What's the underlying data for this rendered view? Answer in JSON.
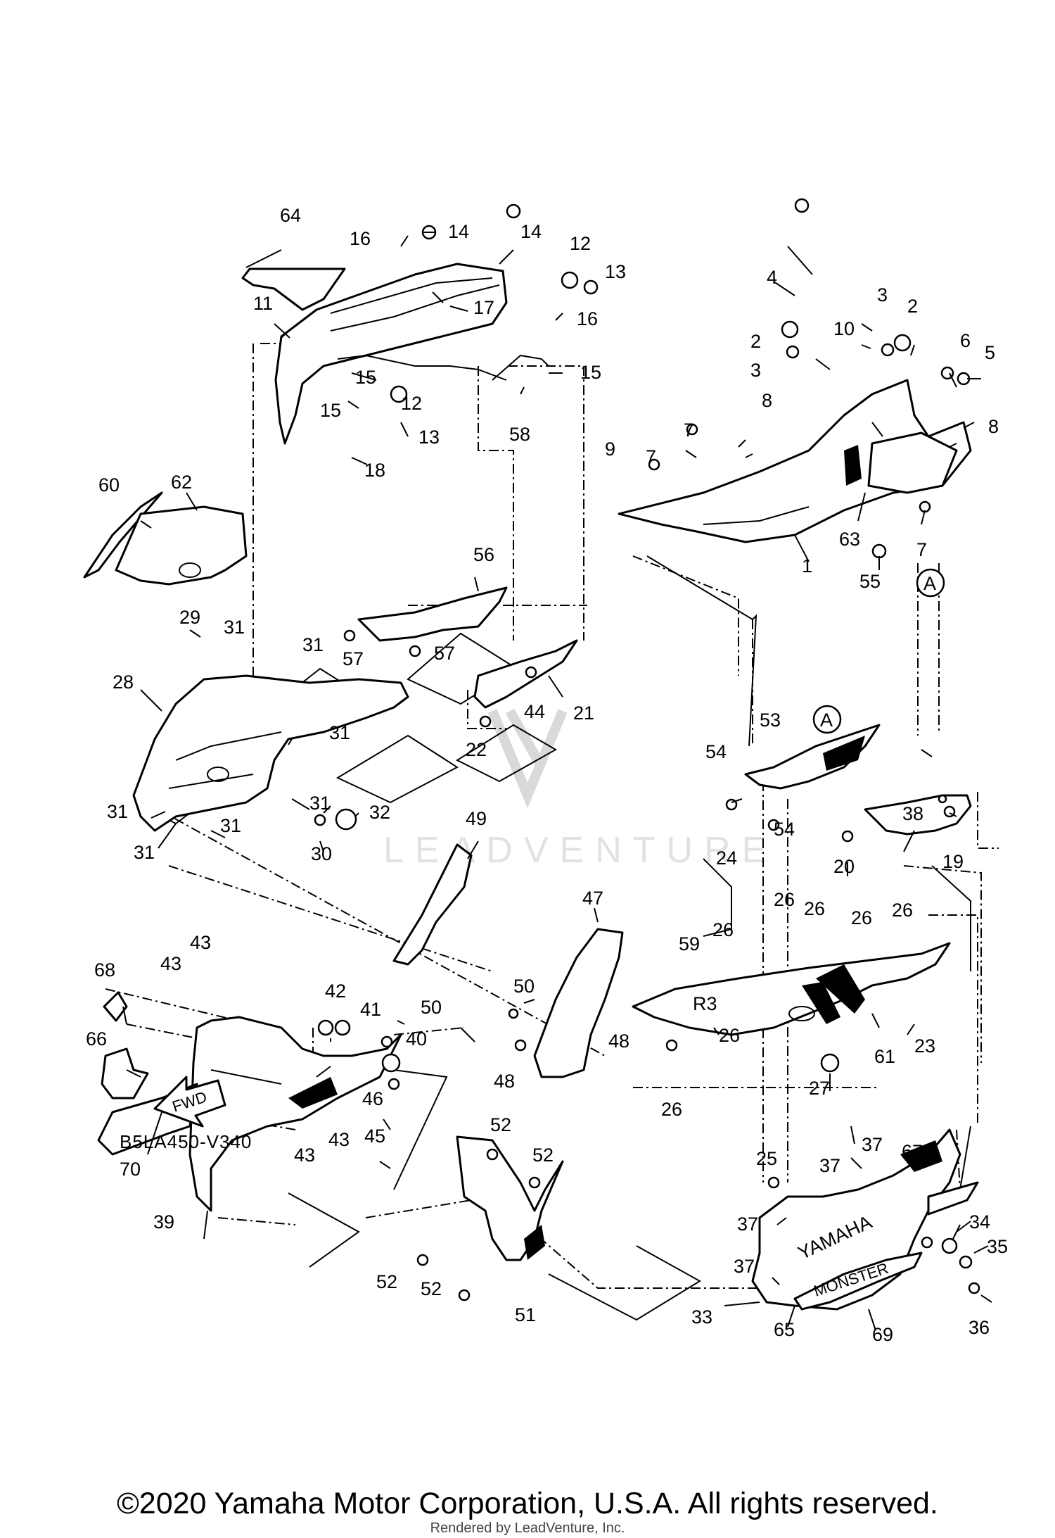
{
  "diagram": {
    "drawing_code": "B5LA450-V340",
    "fwd_label": "FWD",
    "watermark_text": "LEADVENTURE",
    "copyright": "©2020 Yamaha Motor Corporation, U.S.A. All rights reserved.",
    "rendered_by": "Rendered by LeadVenture, Inc.",
    "reference_marker": "A",
    "decal_texts": [
      "R3",
      "YAMAHA",
      "MONSTER"
    ],
    "callouts": [
      "1",
      "2",
      "2",
      "3",
      "3",
      "4",
      "5",
      "6",
      "7",
      "7",
      "7",
      "8",
      "8",
      "9",
      "10",
      "11",
      "12",
      "12",
      "13",
      "13",
      "14",
      "14",
      "15",
      "15",
      "15",
      "15",
      "16",
      "16",
      "17",
      "18",
      "19",
      "20",
      "21",
      "22",
      "23",
      "24",
      "25",
      "26",
      "26",
      "26",
      "26",
      "26",
      "26",
      "26",
      "27",
      "28",
      "29",
      "30",
      "31",
      "31",
      "31",
      "31",
      "31",
      "31",
      "31",
      "31",
      "32",
      "33",
      "34",
      "35",
      "36",
      "37",
      "37",
      "37",
      "37",
      "38",
      "39",
      "40",
      "41",
      "42",
      "43",
      "43",
      "43",
      "43",
      "44",
      "45",
      "46",
      "47",
      "48",
      "48",
      "49",
      "50",
      "50",
      "51",
      "52",
      "52",
      "52",
      "52",
      "53",
      "54",
      "54",
      "55",
      "56",
      "57",
      "57",
      "58",
      "59",
      "60",
      "61",
      "62",
      "63",
      "64",
      "65",
      "66",
      "67",
      "68",
      "69",
      "70"
    ]
  }
}
